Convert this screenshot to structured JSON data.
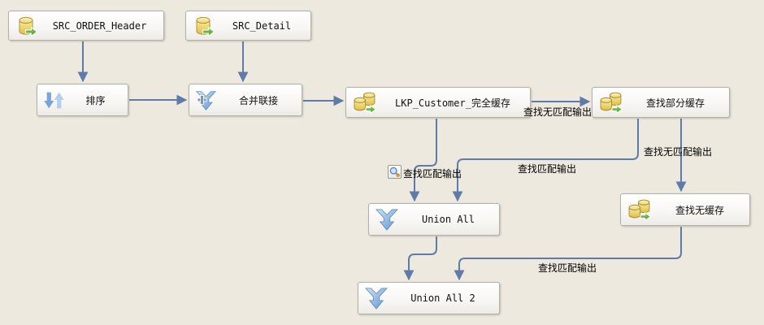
{
  "diagram": {
    "app": "ssis-data-flow-designer",
    "background_color": "#ede9df",
    "connector_color": "#5e7ca7",
    "node_fill": "#ffffff",
    "cylinder_color": "#e9cf62",
    "arrow_blue": "#6f9fd2"
  },
  "nodes": {
    "src_order_header": {
      "label": "SRC_ORDER_Header",
      "icon": "ole-db-source-icon"
    },
    "src_detail": {
      "label": "SRC_Detail",
      "icon": "ole-db-source-icon"
    },
    "sort": {
      "label": "排序",
      "icon": "sort-icon"
    },
    "merge_join": {
      "label": "合并联接",
      "icon": "merge-join-icon"
    },
    "lkp_customer_full_cache": {
      "label": "LKP_Customer_完全缓存",
      "icon": "lookup-icon"
    },
    "lookup_partial_cache": {
      "label": "查找部分缓存",
      "icon": "lookup-icon"
    },
    "union_all": {
      "label": "Union All",
      "icon": "union-all-icon"
    },
    "lookup_no_cache": {
      "label": "查找无缓存",
      "icon": "lookup-icon"
    },
    "union_all_2": {
      "label": "Union All 2",
      "icon": "union-all-icon"
    }
  },
  "edges": {
    "lkp_no_match": {
      "label": "查找无匹配输出",
      "from": "lkp_customer_full_cache",
      "to": "lookup_partial_cache"
    },
    "lkp_match": {
      "label": "查找匹配输出",
      "from": "lkp_customer_full_cache",
      "to": "union_all",
      "has_data_viewer": true
    },
    "partial_match": {
      "label": "查找匹配输出",
      "from": "lookup_partial_cache",
      "to": "union_all"
    },
    "partial_no_match": {
      "label": "查找无匹配输出",
      "from": "lookup_partial_cache",
      "to": "lookup_no_cache"
    },
    "no_cache_match": {
      "label": "查找匹配输出",
      "from": "lookup_no_cache",
      "to": "union_all_2"
    },
    "sort_out": {
      "label": "",
      "from": "sort",
      "to": "merge_join"
    },
    "merge_out": {
      "label": "",
      "from": "merge_join",
      "to": "lkp_customer_full_cache"
    },
    "union_out": {
      "label": "",
      "from": "union_all",
      "to": "union_all_2"
    }
  }
}
